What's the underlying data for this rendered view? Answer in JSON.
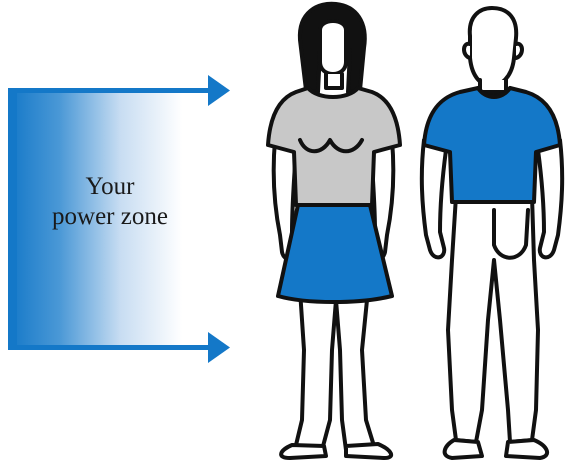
{
  "zone": {
    "label_line1": "Your",
    "label_line2": "power zone"
  },
  "colors": {
    "accent_blue": "#1478c8",
    "shirt_gray": "#c8c8c8",
    "outline": "#111111",
    "background": "#ffffff"
  },
  "icons": [
    "woman-figure",
    "man-figure",
    "arrow-right-top",
    "arrow-right-bottom"
  ]
}
